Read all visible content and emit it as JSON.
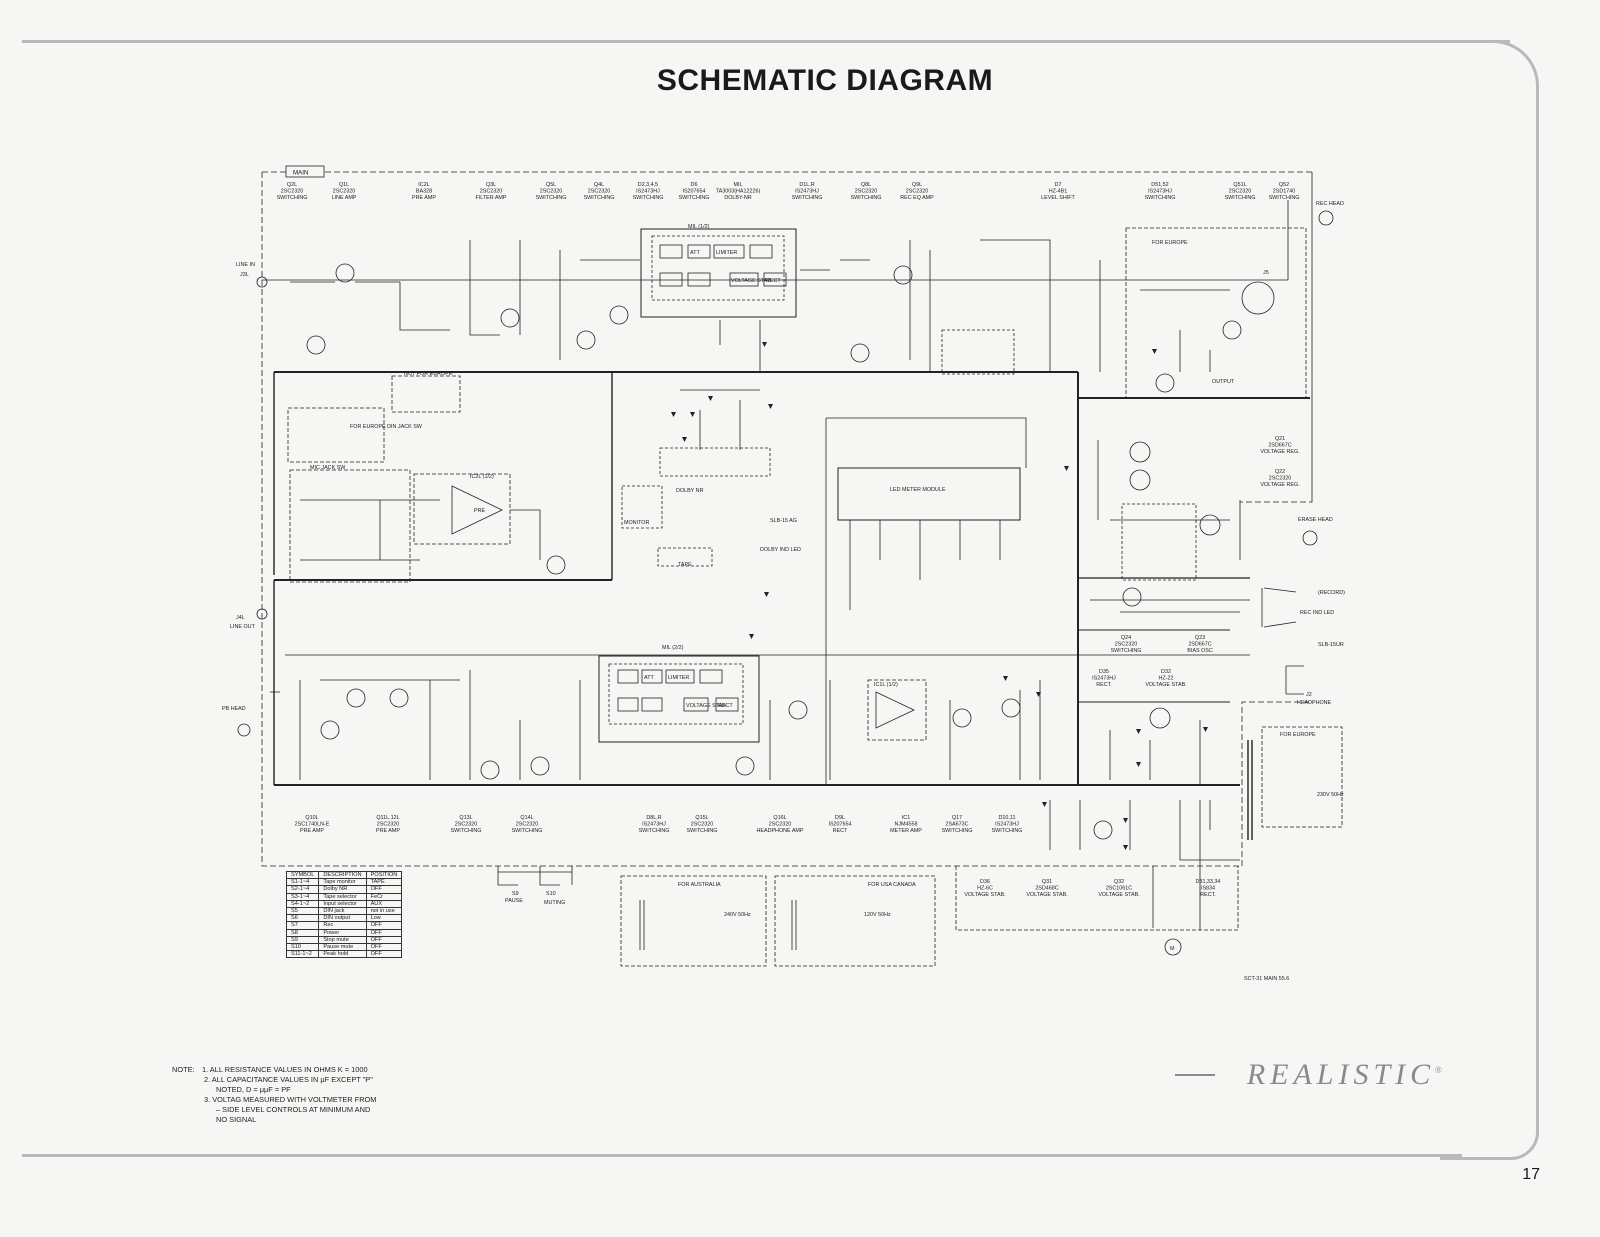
{
  "title": "SCHEMATIC DIAGRAM",
  "section": "MAIN",
  "brand": "REALISTIC",
  "brand_mark": "®",
  "page_number": "17",
  "revision": "SCT-31 MAIN 55.6",
  "notes": {
    "prefix": "NOTE:",
    "items": [
      "1. ALL RESISTANCE VALUES IN OHMS K = 1000",
      "2. ALL CAPACITANCE VALUES IN μF EXCEPT \"P\"",
      "NOTED, D = μμF = PF",
      "3. VOLTAG MEASURED WITH VOLTMETER FROM",
      "– SIDE LEVEL CONTROLS AT MINIMUM AND",
      "NO SIGNAL"
    ]
  },
  "header_parts": [
    {
      "ref": "Q2L",
      "type": "2SC2320",
      "func": "SWITCHING"
    },
    {
      "ref": "Q1L",
      "type": "2SC2320",
      "func": "LINE AMP"
    },
    {
      "ref": "IC2L",
      "type": "BA328",
      "func": "PRE AMP"
    },
    {
      "ref": "Q3L",
      "type": "2SC2320",
      "func": "FILTER AMP"
    },
    {
      "ref": "Q5L",
      "type": "2SC2320",
      "func": "SWITCHING"
    },
    {
      "ref": "Q4L",
      "type": "2SC2320",
      "func": "SWITCHING"
    },
    {
      "ref": "D2,3,4,5",
      "type": "IS2473HJ",
      "func": "SWITCHING"
    },
    {
      "ref": "D6",
      "type": "IS207654",
      "func": "SWITCHING"
    },
    {
      "ref": "MIL",
      "type": "TA3003(HA12226)",
      "func": "DOLBY-NR"
    },
    {
      "ref": "D1L,R",
      "type": "IS2473HJ",
      "func": "SWITCHING"
    },
    {
      "ref": "Q8L",
      "type": "2SC2320",
      "func": "SWITCHING"
    },
    {
      "ref": "Q9L",
      "type": "2SC2320",
      "func": "REC EQ AMP"
    },
    {
      "ref": "D7",
      "type": "HZ-4B1",
      "func": "LEVEL SHIFT"
    },
    {
      "ref": "D51,52",
      "type": "IS2473HJ",
      "func": "SWITCHING"
    },
    {
      "ref": "Q51L",
      "type": "2SC2320",
      "func": "SWITCHING"
    },
    {
      "ref": "Q52",
      "type": "2SD1740",
      "func": "SWITCHING"
    }
  ],
  "footer_parts": [
    {
      "ref": "Q10L",
      "type": "2SC1740LN-E",
      "func": "PRE AMP"
    },
    {
      "ref": "Q11L,12L",
      "type": "2SC2320",
      "func": "PRE AMP"
    },
    {
      "ref": "Q13L",
      "type": "2SC2320",
      "func": "SWITCHING"
    },
    {
      "ref": "Q14L",
      "type": "2SC2320",
      "func": "SWITCHING"
    },
    {
      "ref": "D8L,R",
      "type": "IS2473HJ",
      "func": "SWITCHING"
    },
    {
      "ref": "Q15L",
      "type": "2SC2320",
      "func": "SWITCHING"
    },
    {
      "ref": "Q16L",
      "type": "2SC2320",
      "func": "HEADPHONE AMP"
    },
    {
      "ref": "D9L",
      "type": "IS207654",
      "func": "RECT"
    },
    {
      "ref": "IC1",
      "type": "NJM4558",
      "func": "METER AMP"
    },
    {
      "ref": "Q17",
      "type": "2SA673C",
      "func": "SWITCHING"
    },
    {
      "ref": "D10,11",
      "type": "IS2473HJ",
      "func": "SWITCHING"
    }
  ],
  "power_parts": [
    {
      "ref": "D36",
      "type": "HZ-6C",
      "func": "VOLTAGE STAB."
    },
    {
      "ref": "Q31",
      "type": "2SD468C",
      "func": "VOLTAGE STAB."
    },
    {
      "ref": "Q32",
      "type": "2SC1061C",
      "func": "VOLTAGE STAB."
    },
    {
      "ref": "D31,33,34",
      "type": "IS834",
      "func": "RECT."
    }
  ],
  "right_parts": [
    {
      "ref": "Q21",
      "type": "2SD667C",
      "func": "VOLTAGE REG."
    },
    {
      "ref": "Q22",
      "type": "2SC2320",
      "func": "VOLTAGE REG."
    },
    {
      "ref": "Q24",
      "type": "2SC2320",
      "func": "SWITCHING"
    },
    {
      "ref": "Q23",
      "type": "2SD667C",
      "func": "BIAS OSC"
    },
    {
      "ref": "D35",
      "type": "IS2473HJ",
      "func": "RECT."
    },
    {
      "ref": "D32",
      "type": "HZ-22",
      "func": "VOLTAGE STAB."
    }
  ],
  "connectors": {
    "line_in": "LINE IN",
    "line_in_jack": "J3L",
    "line_out": "LINE OUT",
    "line_out_jack": "J4L",
    "pb_head": "PB HEAD",
    "rec_head": "REC HEAD",
    "erase_head": "ERASE HEAD",
    "rec_ind_led": "REC IND LED",
    "headphone": "HEADPHONE",
    "j2": "J2",
    "j5": "J5",
    "motor": "M",
    "for_europe": "FOR EUROPE",
    "for_australia": "FOR AUSTRALIA",
    "for_usa_canada": "FOR USA CANADA",
    "v240": "240V 50Hz",
    "v120": "120V 50Hz",
    "v230": "230V 50Hz",
    "pause": "PAUSE",
    "muting": "MUTING",
    "s9": "S9",
    "s10": "S10"
  },
  "blocks": {
    "mil1": "MIL (1/2)",
    "mil2": "MIL (2/2)",
    "att": "ATT",
    "limiter": "LIMITER",
    "voltage_stab": "VOLTAGE STAB",
    "rect": "RECT",
    "led_meter": "LED METER MODULE",
    "ic2l": "IC2L (1/2)",
    "ic1l": "IC1L (1/2)",
    "pre": "PRE",
    "not_for_europe": "NOT FOR EUROPE",
    "for_europe_din": "FOR EUROPE DIN JACK SW",
    "mic_jack_sw": "MIC JACK SW",
    "dolby_nr": "DOLBY NR",
    "monitor": "MONITOR",
    "tape": "TAPE",
    "output": "OUTPUT",
    "dolby_ind_led": "DOLBY IND LED",
    "slb": "SLB-15 AG",
    "slb_rec": "SLB-15UR",
    "recording": "(RECORD)"
  },
  "switch_table": {
    "headers": [
      "SYMBOL",
      "DESCRIPTION",
      "POSITION"
    ],
    "rows": [
      [
        "S1-1~4",
        "Tape monitor",
        "TAPE"
      ],
      [
        "S2-1~4",
        "Dolby NR",
        "OFF"
      ],
      [
        "S3-1~4",
        "Tape selector",
        "FeCr"
      ],
      [
        "S4-1~2",
        "Input selector",
        "AUX"
      ],
      [
        "S5",
        "DIN jack",
        "not in use"
      ],
      [
        "S6",
        "DIN output",
        "Low"
      ],
      [
        "S7",
        "Rec",
        "OFF"
      ],
      [
        "S8",
        "Power",
        "OFF"
      ],
      [
        "S9",
        "Stop mute",
        "OFF"
      ],
      [
        "S10",
        "Pause mute",
        "OFF"
      ],
      [
        "S11-1~2",
        "Peak hold",
        "OFF"
      ]
    ]
  }
}
